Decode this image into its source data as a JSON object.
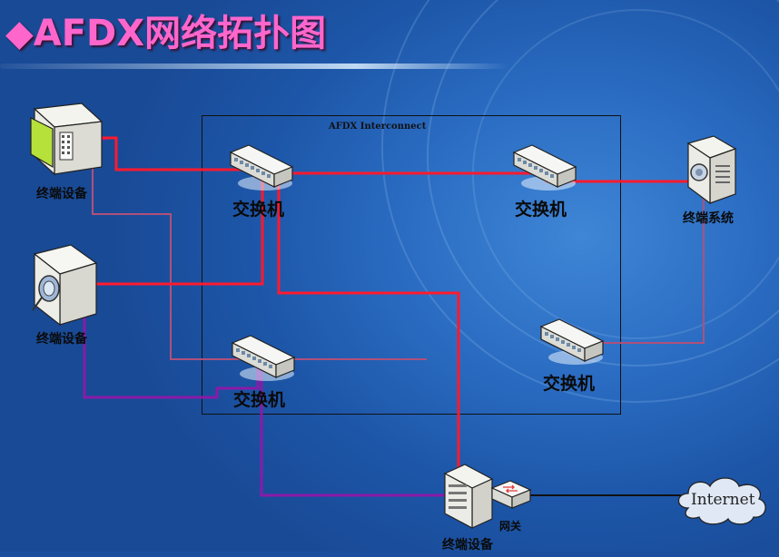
{
  "title": "◆AFDX网络拓扑图",
  "interconnect_label": "AFDX Interconnect",
  "switches": [
    {
      "label": "交换机"
    },
    {
      "label": "交换机"
    },
    {
      "label": "交换机"
    },
    {
      "label": "交换机"
    }
  ],
  "end_devices": [
    {
      "label": "终端设备"
    },
    {
      "label": "终端设备"
    },
    {
      "label": "终端系统"
    },
    {
      "label": "终端设备"
    }
  ],
  "gateway": {
    "label": "网关"
  },
  "internet": {
    "label": "Internet"
  },
  "colors": {
    "title": "#ff66cc",
    "red_link": "#ff1a2e",
    "purple_link": "#8a1aa8",
    "mauve_link": "#b0507a",
    "background": "#2a6cc2"
  }
}
